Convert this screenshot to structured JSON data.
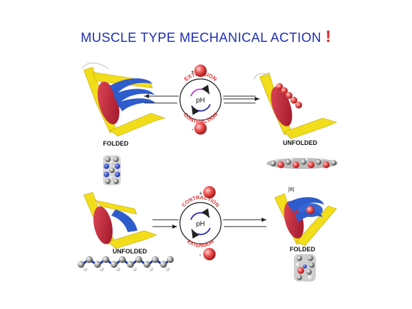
{
  "title": "MUSCLE TYPE MECHANICAL ACTION",
  "title_mark": "!",
  "top_row": {
    "left_state": "FOLDED",
    "right_state": "UNFOLDED",
    "cycle": {
      "outer_top": "EXTENSION",
      "outer_bottom": "CONTRACTION",
      "center": "pH"
    },
    "plus": "+",
    "minus": "-"
  },
  "bottom_row": {
    "left_state": "UNFOLDED",
    "right_state": "FOLDED",
    "cycle": {
      "outer_top": "CONTRACTION",
      "outer_bottom": "EXTENSION",
      "center": "pH"
    },
    "plus": "+",
    "minus": "-",
    "marker": "[B]"
  },
  "colors": {
    "title": "#1f2fb6",
    "bone": "#f2dd1a",
    "muscle": "#c8283c",
    "tendon_blue": "#2f5ccc",
    "ion": "#e23232",
    "arrow": "#222222"
  }
}
